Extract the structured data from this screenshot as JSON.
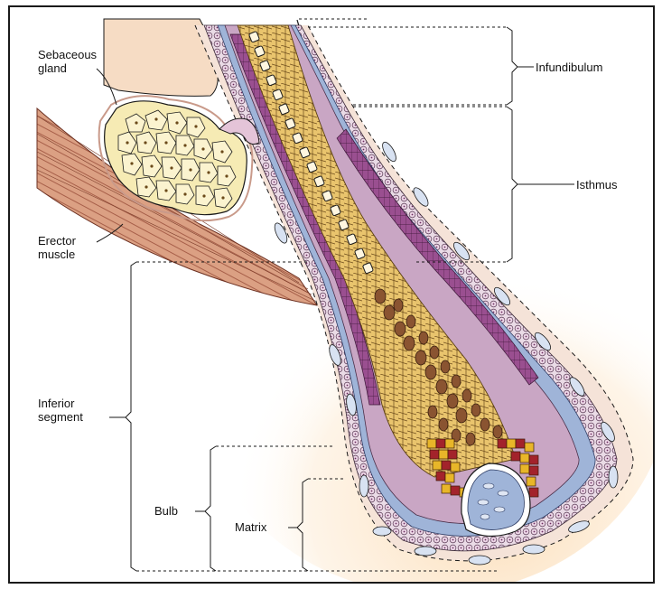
{
  "labels": {
    "sebaceous_gland": "Sebaceous\ngland",
    "erector_muscle": "Erector\nmuscle",
    "inferior_segment": "Inferior\nsegment",
    "bulb": "Bulb",
    "matrix": "Matrix",
    "infundibulum": "Infundibulum",
    "isthmus": "Isthmus"
  },
  "colors": {
    "epidermis": "#f6dcc4",
    "sebaceous_cells": "#f6ebb4",
    "muscle": "#dba083",
    "sheath_lavender": "#c9a6c4",
    "inner_root_sheath": "#9a4f90",
    "glassy_blue": "#9fb4d8",
    "hair_shaft": "#e9c46d",
    "cortex_brown": "#8a5431",
    "matrix_red": "#a3232b",
    "matrix_yellow": "#e8b629",
    "outline": "#1a1a1a"
  }
}
